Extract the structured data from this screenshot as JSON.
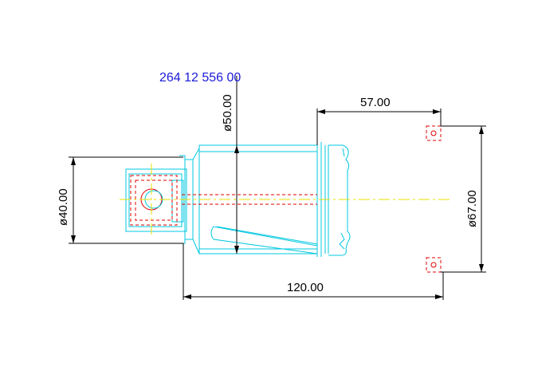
{
  "drawing": {
    "part_number": "264 12 556 00",
    "dimensions": {
      "diameter_shaft": "ø50.00",
      "diameter_shank": "ø40.00",
      "diameter_holes": "ø67.00",
      "offset": "57.00",
      "length": "120.00"
    }
  },
  "colors": {
    "outline": "#00c8e0",
    "hidden": "#e00000",
    "centerline": "#e8e000",
    "dimension": "#000000",
    "part_number": "#1a1ad8"
  }
}
